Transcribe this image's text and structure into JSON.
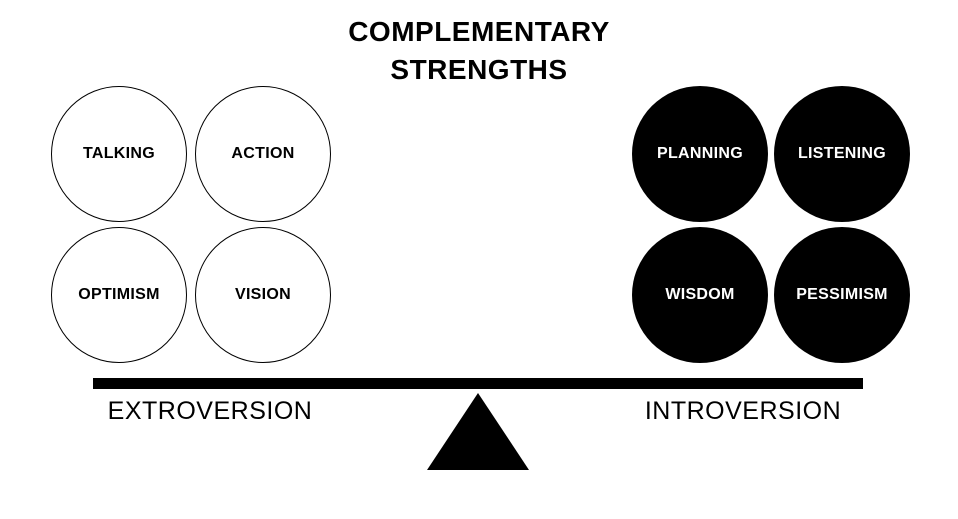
{
  "title": {
    "line1": "COMPLEMENTARY",
    "line2": "STRENGTHS"
  },
  "balance": {
    "left": {
      "axis_label": "EXTROVERSION",
      "circle_style": "outline",
      "circles": [
        {
          "label": "TALKING"
        },
        {
          "label": "ACTION"
        },
        {
          "label": "OPTIMISM"
        },
        {
          "label": "VISION"
        }
      ]
    },
    "right": {
      "axis_label": "INTROVERSION",
      "circle_style": "filled",
      "circles": [
        {
          "label": "PLANNING"
        },
        {
          "label": "LISTENING"
        },
        {
          "label": "WISDOM"
        },
        {
          "label": "PESSIMISM"
        }
      ]
    }
  },
  "colors": {
    "background": "#ffffff",
    "ink": "#000000",
    "filled_circle_text": "#ffffff"
  }
}
